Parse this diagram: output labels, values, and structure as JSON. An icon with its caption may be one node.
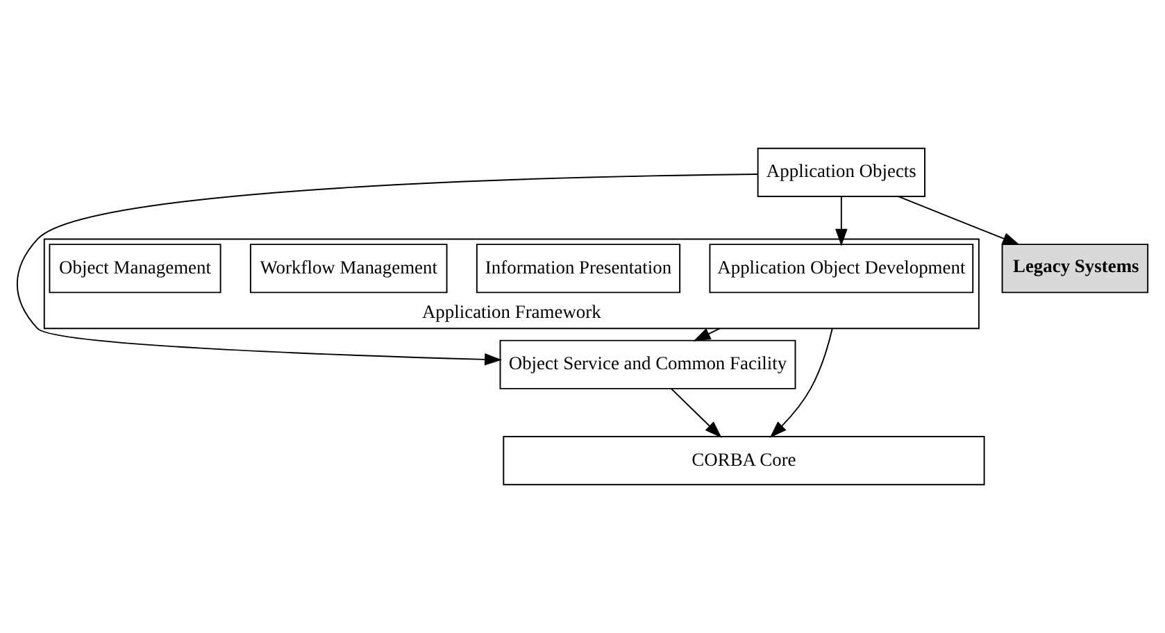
{
  "diagram": {
    "nodes": [
      {
        "text": [
          "Application Objects"
        ]
      },
      {
        "text": [
          "Application Framework"
        ]
      },
      {
        "text": [
          "Object Management"
        ],
        "in": 1
      },
      {
        "text": [
          "Workflow Management"
        ],
        "in": 1
      },
      {
        "text": [
          "Information Presentation"
        ],
        "in": 1
      },
      {
        "text": [
          "Application Object Development"
        ],
        "in": 1
      },
      {
        "text": [
          "Object Service and Common Facility"
        ]
      },
      {
        "text": [
          "CORBA Core"
        ]
      },
      {
        "text": [
          "Legacy Systems"
        ]
      }
    ],
    "edges": [
      {
        "from": 0,
        "to": 5,
        "arrow": "to"
      },
      {
        "from": 0,
        "to": 6,
        "arrow": "to"
      },
      {
        "from": 0,
        "to": 8,
        "arrow": "to"
      },
      {
        "from": 1,
        "to": 6,
        "arrow": "to"
      },
      {
        "from": 1,
        "to": 7,
        "arrow": "to"
      },
      {
        "from": 6,
        "to": 7,
        "arrow": "to"
      }
    ]
  }
}
